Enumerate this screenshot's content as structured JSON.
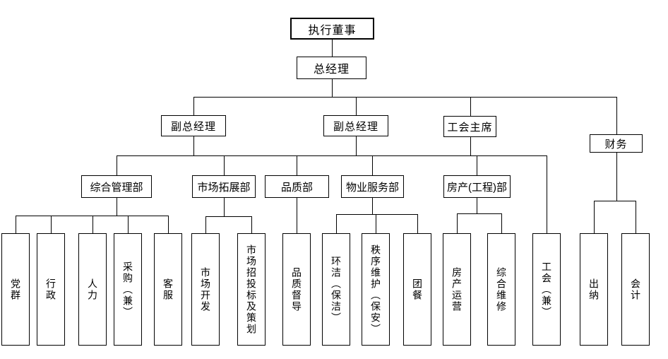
{
  "org": {
    "executive_director": "执行董事",
    "general_manager": "总经理",
    "deputy_gm_1": "副总经理",
    "deputy_gm_2": "副总经理",
    "union_chairman": "工会主席",
    "finance": "财务",
    "departments": {
      "general_management": "综合管理部",
      "market_expansion": "市场拓展部",
      "quality": "品质部",
      "property_service": "物业服务部",
      "real_estate_engineering": "房产(工程)部"
    },
    "teams": {
      "party_group": "党群",
      "administration": "行政",
      "human_resources": "人力",
      "procurement": "采购（兼）",
      "customer_service": "客服",
      "market_development": "市场开发",
      "market_bidding_planning": "市场招投标及策划",
      "quality_supervision": "品质督导",
      "cleaning": "环洁（保洁）",
      "security": "秩序维护（保安）",
      "group_catering": "团餐",
      "real_estate_operation": "房产运营",
      "general_maintenance": "综合维修",
      "union": "工会（兼）",
      "cashier": "出纳",
      "accounting": "会计"
    },
    "colors": {
      "background": "#ffffff",
      "line": "#000000",
      "box_border": "#000000",
      "box_fill": "#ffffff",
      "text": "#000000"
    }
  }
}
